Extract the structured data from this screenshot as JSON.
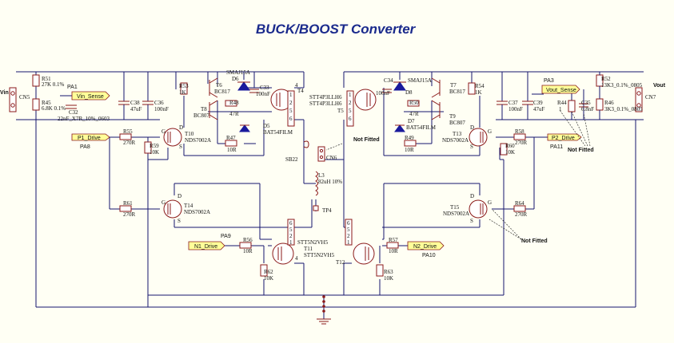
{
  "title": "BUCK/BOOST Converter",
  "connectors": {
    "vin_label": "Vin",
    "vin_ref": "CN5",
    "vout_label": "Vout",
    "vout_ref": "CN7",
    "sense_ref": "CN6",
    "jumper_ref": "SB22"
  },
  "net_tags": {
    "vin_sense": "Vin_Sense",
    "vout_sense": "Vout_Sense",
    "p1_drive": "P1_Drive",
    "p2_drive": "P2_Drive",
    "n1_drive": "N1_Drive",
    "n2_drive": "N2_Drive",
    "pa1": "PA1",
    "pa3": "PA3",
    "pa8": "PA8",
    "pa9": "PA9",
    "pa10": "PA10",
    "pa11": "PA11"
  },
  "resistors": {
    "r51": [
      "R51",
      "27K 0.1%"
    ],
    "r45": [
      "R45",
      "6.8K 0.1%"
    ],
    "r53": [
      "R53",
      "1K"
    ],
    "r48": [
      "R48",
      "47R"
    ],
    "r47": [
      "R47",
      "10R"
    ],
    "r55": [
      "R55",
      "270R"
    ],
    "r59": [
      "R59",
      "10K"
    ],
    "r61": [
      "R61",
      "270R"
    ],
    "r56": [
      "R56",
      "10R"
    ],
    "r62": [
      "R62",
      "10K"
    ],
    "r50": [
      "R50",
      "47R"
    ],
    "r49": [
      "R49",
      "10R"
    ],
    "r54": [
      "R54",
      "1K"
    ],
    "r58": [
      "R58",
      "270R"
    ],
    "r60": [
      "R60",
      "10K"
    ],
    "r64": [
      "R64",
      "270R"
    ],
    "r57": [
      "R57",
      "10R"
    ],
    "r63": [
      "R63",
      "10K"
    ],
    "r52": [
      "R52",
      "13K3_0.1%_0805"
    ],
    "r46": [
      "R46",
      "3K3_0.1%_0805"
    ],
    "r44": [
      "R44",
      "1"
    ]
  },
  "capacitors": {
    "c32": [
      "C32",
      "22nF_X7R_10%_0603"
    ],
    "c38": [
      "C38",
      "47uF"
    ],
    "c36": [
      "C36",
      "100nF"
    ],
    "c33": [
      "C33",
      "100nF"
    ],
    "c34": [
      "C34",
      "100nF"
    ],
    "c37": [
      "C37",
      "100nF"
    ],
    "c39": [
      "C39",
      "47uF"
    ],
    "c35": [
      "C35",
      "6.8nF"
    ]
  },
  "transistors": {
    "t4": [
      "T4",
      "STT4P3LLH6"
    ],
    "t5": [
      "T5",
      "STT4P3LLH6"
    ],
    "t6": [
      "T6",
      "BC817"
    ],
    "t8": [
      "T8",
      "BC807"
    ],
    "t7": [
      "T7",
      "BC817"
    ],
    "t9": [
      "T9",
      "BC807"
    ],
    "t10": [
      "T10",
      "NDS7002A"
    ],
    "t13": [
      "T13",
      "NDS7002A"
    ],
    "t14": [
      "T14",
      "NDS7002A"
    ],
    "t15": [
      "T15",
      "NDS7002A"
    ],
    "t11": [
      "T11",
      "STT5N2VH5"
    ],
    "t12": [
      "T12",
      "STT5N2VH5"
    ]
  },
  "diodes": {
    "d6": [
      "D6",
      "SMAJ15A"
    ],
    "d8": [
      "D8",
      "SMAJ15A"
    ],
    "d5": [
      "D5",
      "BAT54FILM"
    ],
    "d7": [
      "D7",
      "BAT54FILM"
    ]
  },
  "inductor": [
    "L3",
    "82uH 10%"
  ],
  "testpoint": "TP4",
  "notes": {
    "not_fitted": "Not Fitted"
  },
  "pins": {
    "d": "D",
    "g": "G",
    "s": "S"
  }
}
